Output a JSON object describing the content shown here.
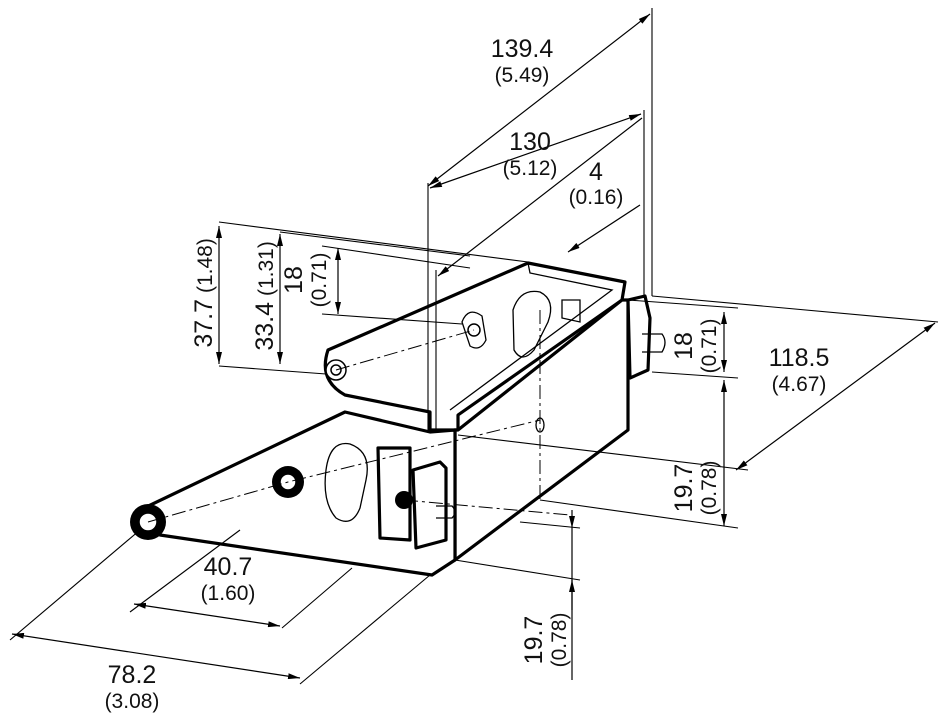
{
  "dimensions": {
    "d139": {
      "value": "139.4",
      "inch": "(5.49)"
    },
    "d130": {
      "value": "130",
      "inch": "(5.12)"
    },
    "d4": {
      "value": "4",
      "inch": "(0.16)"
    },
    "d377": {
      "value": "37.7",
      "inch": "(1.48)"
    },
    "d334": {
      "value": "33.4",
      "inch": "(1.31)"
    },
    "d18left": {
      "value": "18",
      "inch": "(0.71)"
    },
    "d18right": {
      "value": "18",
      "inch": "(0.71)"
    },
    "d1185": {
      "value": "118.5",
      "inch": "(4.67)"
    },
    "d197right": {
      "value": "19.7",
      "inch": "(0.78)"
    },
    "d197bottom": {
      "value": "19.7",
      "inch": "(0.78)"
    },
    "d407": {
      "value": "40.7",
      "inch": "(1.60)"
    },
    "d782": {
      "value": "78.2",
      "inch": "(3.08)"
    }
  }
}
